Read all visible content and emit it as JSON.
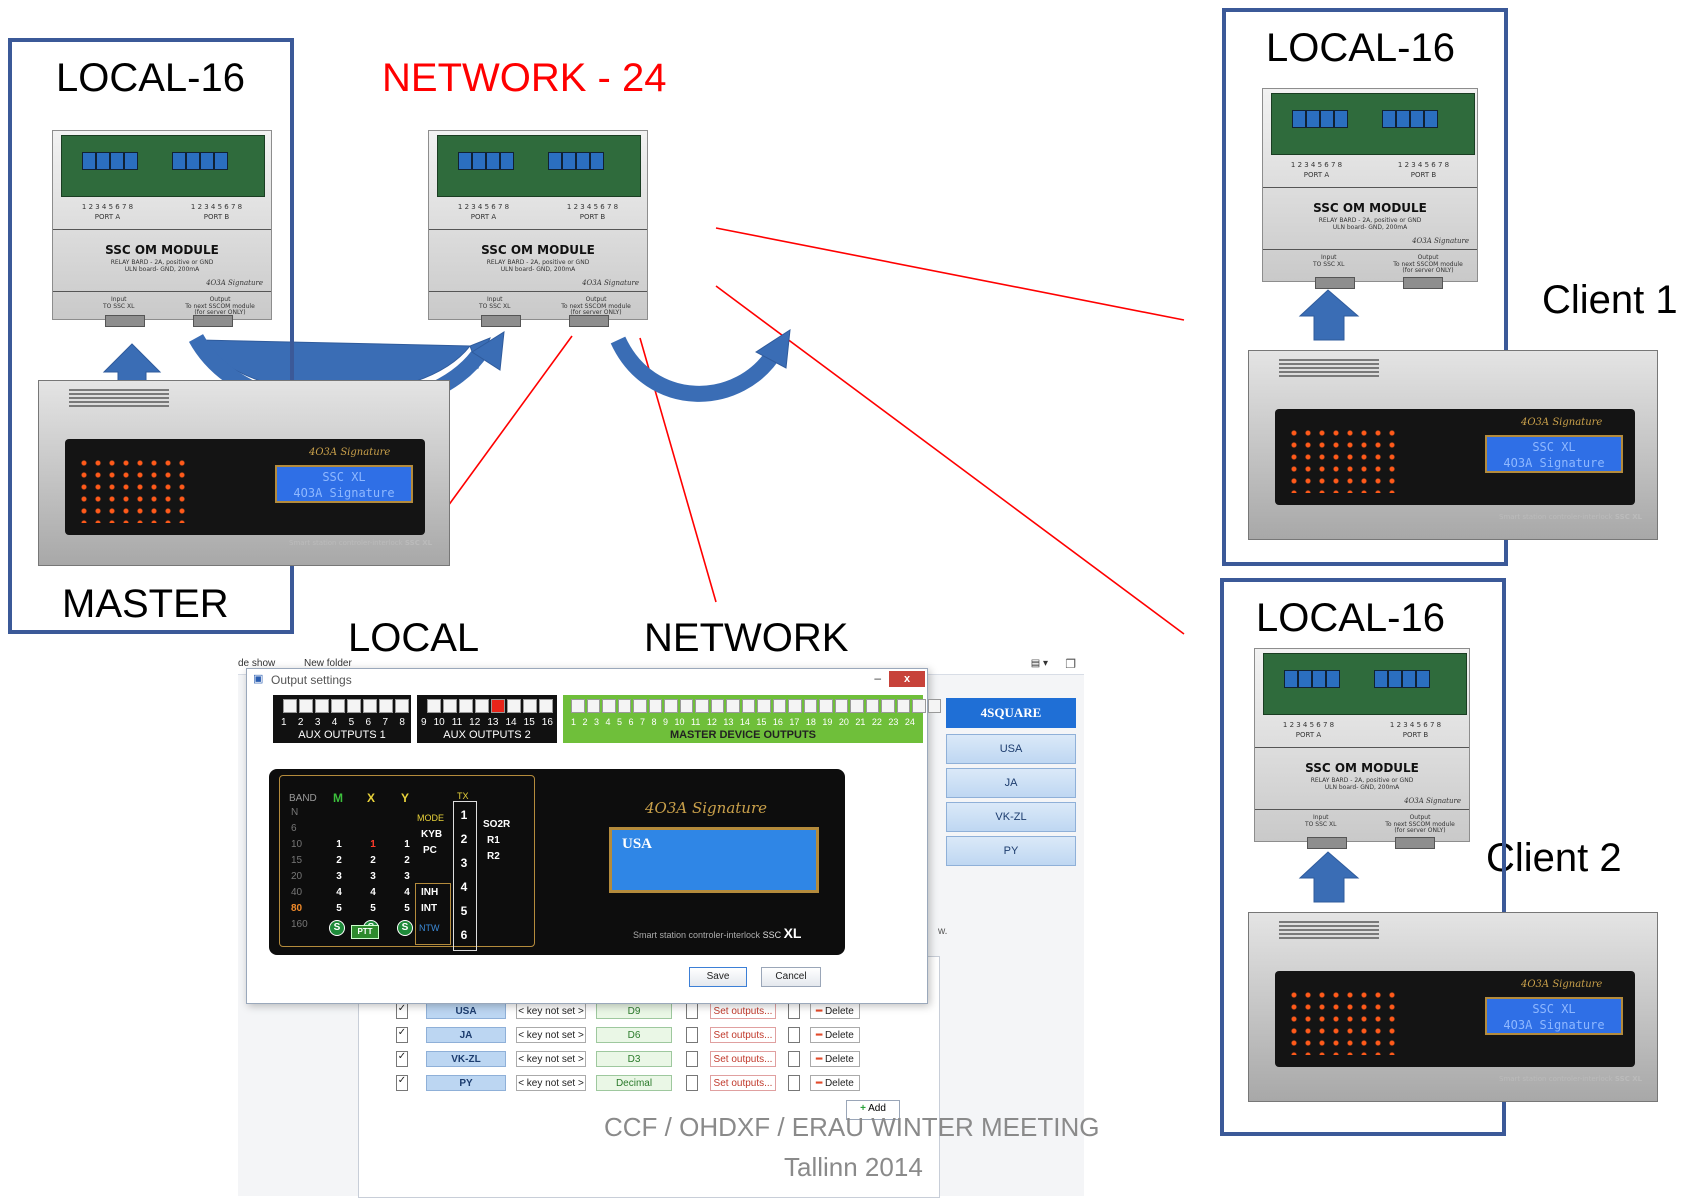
{
  "labels": {
    "local16_master": "LOCAL-16",
    "network24": "NETWORK - 24",
    "local16_client1": "LOCAL-16",
    "local16_client2": "LOCAL-16",
    "master": "MASTER",
    "client1": "Client 1",
    "client2": "Client 2",
    "local_heading": "LOCAL",
    "network_heading": "NETWORK",
    "footer_line1": "CCF / OHDXF / ERAU WINTER MEETING",
    "footer_line2": "Tallinn 2014"
  },
  "module": {
    "title": "SSC OM MODULE",
    "sub1": "RELAY BARD - 2A, positive or GND",
    "sub2": "ULN board- GND, 200mA",
    "signature": "4O3A Signature",
    "port_a_nums": "1 2 3 4 5 6 7 8",
    "port_a": "PORT A",
    "port_b_nums": "1 2 3 4 5 6 7 8",
    "port_b": "PORT B",
    "input": "Input",
    "input_sub": "TO SSC XL",
    "output": "Output",
    "output_sub": "To next SSCOM module (for server ONLY)"
  },
  "controller": {
    "signature": "4O3A Signature",
    "display_line1": "SSC XL",
    "display_line2": "4O3A Signature",
    "tagline": "Smart station controler-interlock",
    "model": "SSC XL"
  },
  "explorer": {
    "menu_slideshow": "de show",
    "menu_newfolder": "New folder"
  },
  "dialog": {
    "title": "Output settings",
    "close_label": "x",
    "minimize_label": "–",
    "aux1_numbers": [
      "1",
      "2",
      "3",
      "4",
      "5",
      "6",
      "7",
      "8"
    ],
    "aux1_label": "AUX OUTPUTS 1",
    "aux2_numbers": [
      "9",
      "10",
      "11",
      "12",
      "13",
      "14",
      "15",
      "16"
    ],
    "aux2_label": "AUX OUTPUTS 2",
    "master_numbers": [
      "1",
      "2",
      "3",
      "4",
      "5",
      "6",
      "7",
      "8",
      "9",
      "10",
      "11",
      "12",
      "13",
      "14",
      "15",
      "16",
      "17",
      "18",
      "19",
      "20",
      "21",
      "22",
      "23",
      "24"
    ],
    "master_label": "MASTER DEVICE OUTPUTS",
    "aux2_active_index": 4,
    "panel": {
      "band_header": "BAND",
      "m_header": "M",
      "x_header": "X",
      "y_header": "Y",
      "tx_header": "TX",
      "bands": [
        "N",
        "6",
        "10",
        "15",
        "20",
        "40",
        "80",
        "160"
      ],
      "active_band": "80",
      "m_values": [
        "",
        "1",
        "2",
        "3",
        "4",
        "5",
        "S"
      ],
      "x_values": [
        "",
        "1",
        "2",
        "3",
        "4",
        "5",
        "S"
      ],
      "y_values": [
        "",
        "1",
        "2",
        "3",
        "4",
        "5",
        "S"
      ],
      "ptt": "PTT",
      "mode_header": "MODE",
      "mode_items": [
        "KYB",
        "PC"
      ],
      "inh": "INH",
      "int": "INT",
      "ntw": "NTW",
      "tx_values": [
        "1",
        "2",
        "3",
        "4",
        "5",
        "6"
      ],
      "so2r": "SO2R",
      "r1": "R1",
      "r2": "R2",
      "signature": "4O3A Signature",
      "display": "USA",
      "tagline": "Smart station controler-interlock",
      "model_prefix": "SSC",
      "model_suffix": "XL"
    },
    "save": "Save",
    "cancel": "Cancel"
  },
  "scenarios": {
    "header": "4SQUARE",
    "items": [
      "USA",
      "JA",
      "VK-ZL",
      "PY"
    ]
  },
  "table": {
    "rows": [
      {
        "checked": "✓",
        "name": "USA",
        "key": "< key not set >",
        "code": "D9",
        "set": "Set outputs...",
        "delete": "Delete"
      },
      {
        "checked": "✓",
        "name": "JA",
        "key": "< key not set >",
        "code": "D6",
        "set": "Set outputs...",
        "delete": "Delete"
      },
      {
        "checked": "✓",
        "name": "VK-ZL",
        "key": "< key not set >",
        "code": "D3",
        "set": "Set outputs...",
        "delete": "Delete"
      },
      {
        "checked": "✓",
        "name": "PY",
        "key": "< key not set >",
        "code": "Decimal",
        "set": "Set outputs...",
        "delete": "Delete"
      }
    ],
    "add": "Add",
    "side_text_w": "w."
  },
  "colors": {
    "frame": "#3b5998",
    "arrow": "#3a6db5",
    "line": "#ff0000",
    "network_label": "#ff0000",
    "master_outputs_bar": "#6fbf3a",
    "scenario_header": "#1f6fd6"
  }
}
